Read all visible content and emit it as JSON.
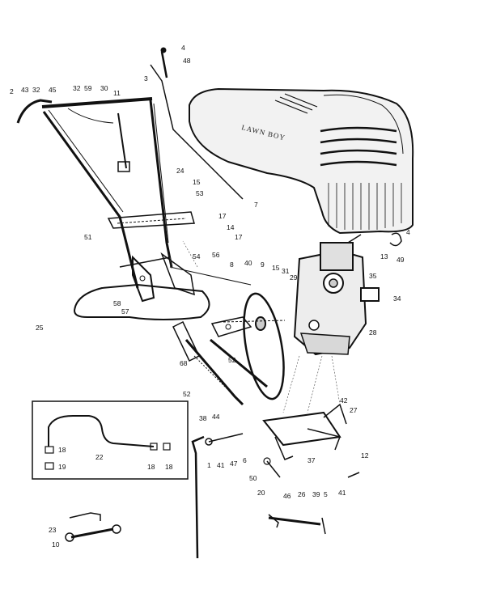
{
  "diagram": {
    "engine_cover_logo": "LAWN BOY",
    "callouts": [
      {
        "id": "c-4-top",
        "text": "4"
      },
      {
        "id": "c-48-top",
        "text": "48"
      },
      {
        "id": "c-3",
        "text": "3"
      },
      {
        "id": "c-2",
        "text": "2"
      },
      {
        "id": "c-43",
        "text": "43"
      },
      {
        "id": "c-32",
        "text": "32"
      },
      {
        "id": "c-45",
        "text": "45"
      },
      {
        "id": "c-32b",
        "text": "32"
      },
      {
        "id": "c-59",
        "text": "59"
      },
      {
        "id": "c-30",
        "text": "30"
      },
      {
        "id": "c-11",
        "text": "11"
      },
      {
        "id": "c-24",
        "text": "24"
      },
      {
        "id": "c-15a",
        "text": "15"
      },
      {
        "id": "c-53",
        "text": "53"
      },
      {
        "id": "c-51",
        "text": "51"
      },
      {
        "id": "c-17a",
        "text": "17"
      },
      {
        "id": "c-7",
        "text": "7"
      },
      {
        "id": "c-14",
        "text": "14"
      },
      {
        "id": "c-17b",
        "text": "17"
      },
      {
        "id": "c-13",
        "text": "13"
      },
      {
        "id": "c-4-right",
        "text": "4"
      },
      {
        "id": "c-49",
        "text": "49"
      },
      {
        "id": "c-54",
        "text": "54"
      },
      {
        "id": "c-56",
        "text": "56"
      },
      {
        "id": "c-8",
        "text": "8"
      },
      {
        "id": "c-40",
        "text": "40"
      },
      {
        "id": "c-9",
        "text": "9"
      },
      {
        "id": "c-15b",
        "text": "15"
      },
      {
        "id": "c-31",
        "text": "31"
      },
      {
        "id": "c-29",
        "text": "29"
      },
      {
        "id": "c-35",
        "text": "35"
      },
      {
        "id": "c-34",
        "text": "34"
      },
      {
        "id": "c-58",
        "text": "58"
      },
      {
        "id": "c-57",
        "text": "57"
      },
      {
        "id": "c-25",
        "text": "25"
      },
      {
        "id": "c-28",
        "text": "28"
      },
      {
        "id": "c-52a",
        "text": "52"
      },
      {
        "id": "c-68",
        "text": "68"
      },
      {
        "id": "c-52b",
        "text": "52"
      },
      {
        "id": "c-38",
        "text": "38"
      },
      {
        "id": "c-44",
        "text": "44"
      },
      {
        "id": "c-42",
        "text": "42"
      },
      {
        "id": "c-27",
        "text": "27"
      },
      {
        "id": "c-1",
        "text": "1"
      },
      {
        "id": "c-41a",
        "text": "41"
      },
      {
        "id": "c-47",
        "text": "47"
      },
      {
        "id": "c-6",
        "text": "6"
      },
      {
        "id": "c-37",
        "text": "37"
      },
      {
        "id": "c-12",
        "text": "12"
      },
      {
        "id": "c-50",
        "text": "50"
      },
      {
        "id": "c-20",
        "text": "20"
      },
      {
        "id": "c-46",
        "text": "46"
      },
      {
        "id": "c-26",
        "text": "26"
      },
      {
        "id": "c-39",
        "text": "39"
      },
      {
        "id": "c-5",
        "text": "5"
      },
      {
        "id": "c-41b",
        "text": "41"
      },
      {
        "id": "c-23",
        "text": "23"
      },
      {
        "id": "c-10",
        "text": "10"
      }
    ],
    "inset_callouts": [
      {
        "id": "i-18a",
        "text": "18"
      },
      {
        "id": "i-19",
        "text": "19"
      },
      {
        "id": "i-22",
        "text": "22"
      },
      {
        "id": "i-18b",
        "text": "18"
      },
      {
        "id": "i-18c",
        "text": "18"
      }
    ]
  }
}
